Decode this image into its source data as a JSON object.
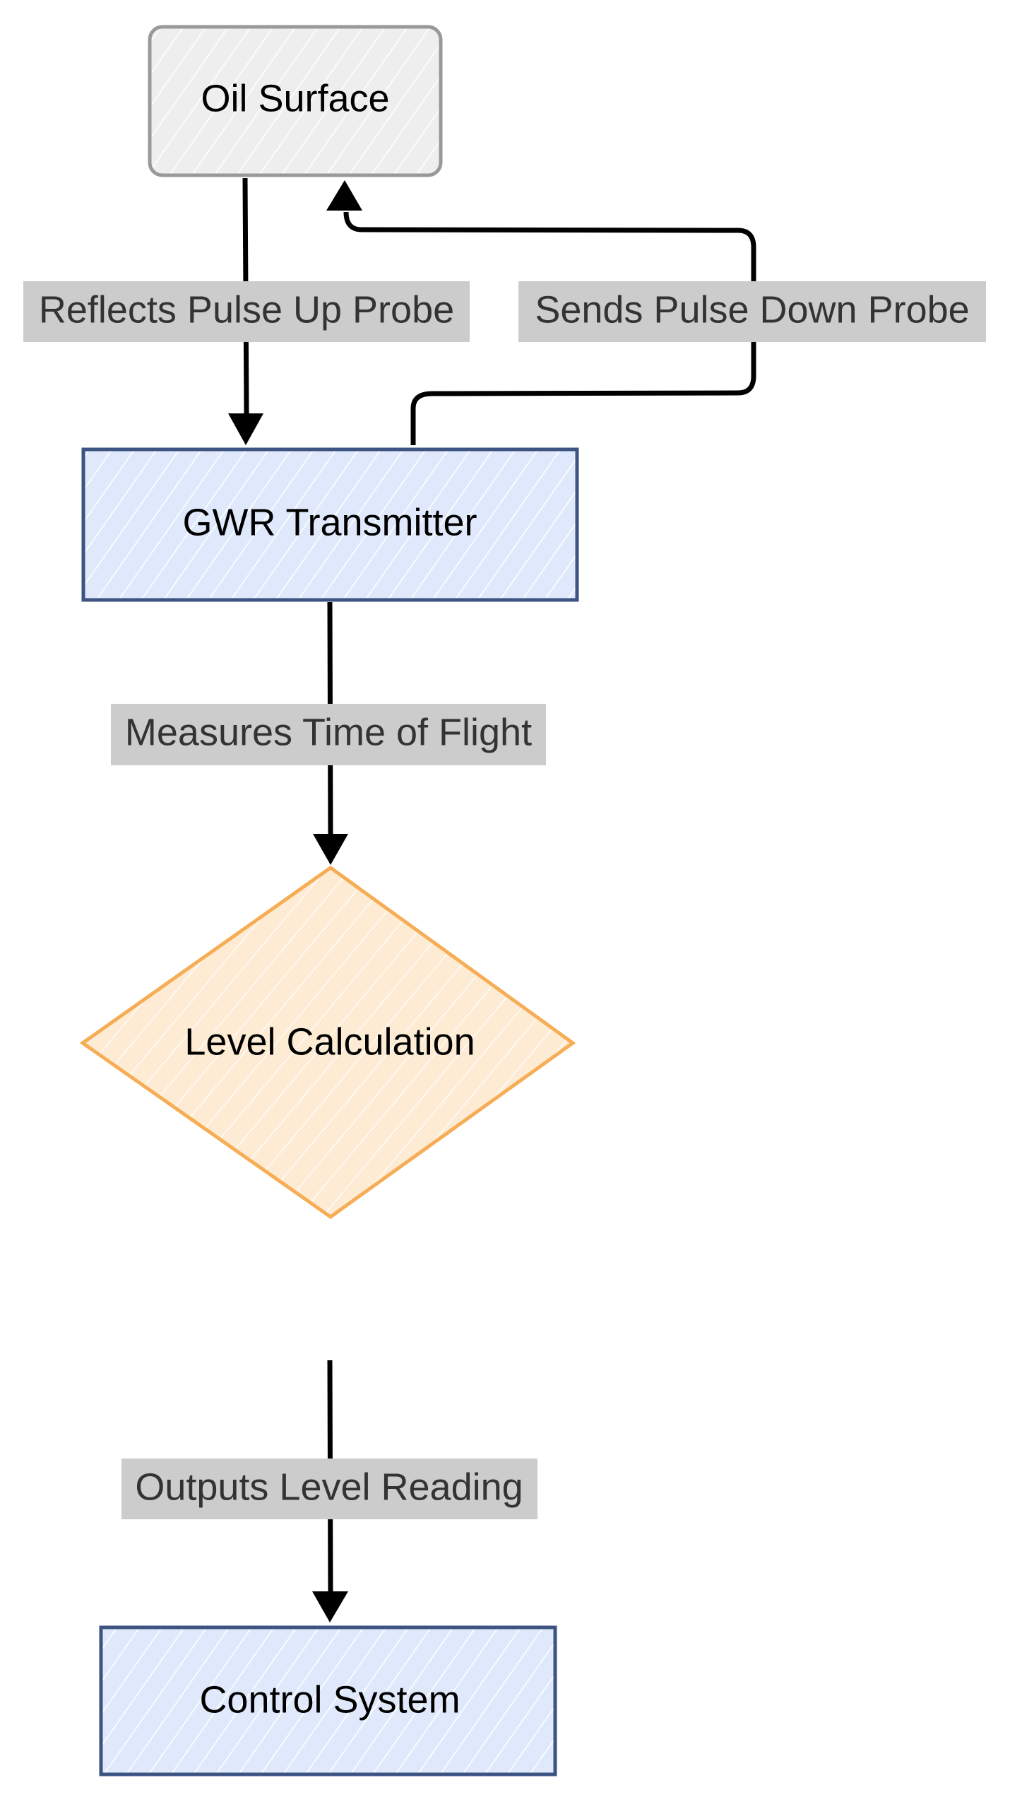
{
  "diagram": {
    "type": "flowchart",
    "style": "hand-drawn",
    "colors": {
      "neutral_fill": "#eeeeee",
      "neutral_stroke": "#999999",
      "blue_fill": "#e0e9fc",
      "blue_stroke": "#3d5482",
      "orange_fill": "#fdebd4",
      "orange_stroke": "#f6ad55",
      "edge": "#000000",
      "label_bg": "#cccccc",
      "label_text": "#333333"
    },
    "nodes": [
      {
        "id": "oil_surface",
        "label": "Oil Surface",
        "shape": "rounded-rect",
        "color": "neutral"
      },
      {
        "id": "gwr_transmitter",
        "label": "GWR Transmitter",
        "shape": "rect",
        "color": "blue"
      },
      {
        "id": "level_calculation",
        "label": "Level Calculation",
        "shape": "diamond",
        "color": "orange"
      },
      {
        "id": "control_system",
        "label": "Control System",
        "shape": "rect",
        "color": "blue"
      }
    ],
    "edges": [
      {
        "from": "oil_surface",
        "to": "gwr_transmitter",
        "label": "Reflects Pulse Up Probe"
      },
      {
        "from": "gwr_transmitter",
        "to": "oil_surface",
        "label": "Sends Pulse Down Probe"
      },
      {
        "from": "gwr_transmitter",
        "to": "level_calculation",
        "label": "Measures Time of Flight"
      },
      {
        "from": "level_calculation",
        "to": "control_system",
        "label": "Outputs Level Reading"
      }
    ]
  }
}
